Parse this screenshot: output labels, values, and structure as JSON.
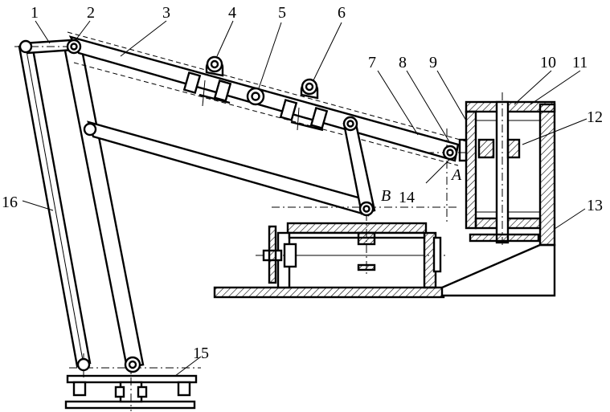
{
  "labels": {
    "n1": "1",
    "n2": "2",
    "n3": "3",
    "n4": "4",
    "n5": "5",
    "n6": "6",
    "n7": "7",
    "n8": "8",
    "n9": "9",
    "n10": "10",
    "n11": "11",
    "n12": "12",
    "n13": "13",
    "n14": "14",
    "n15": "15",
    "n16": "16",
    "pointA": "A",
    "pointB": "B"
  }
}
